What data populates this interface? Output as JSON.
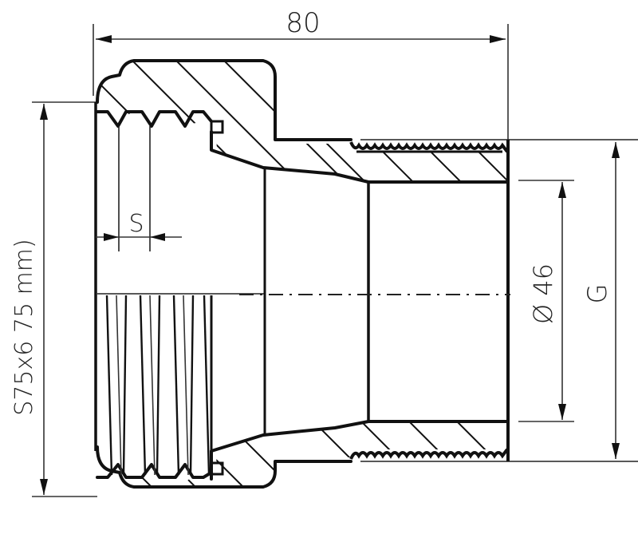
{
  "drawing": {
    "type": "section view",
    "subject": "threaded pipe union fitting",
    "colors": {
      "line": "#111111",
      "background": "#ffffff"
    }
  },
  "dimensions": {
    "overall_length": {
      "label": "80"
    },
    "inner_diameter": {
      "label": "Ø 46"
    },
    "outer_thread": {
      "label": "G"
    },
    "thread_pitch": {
      "label": "S"
    },
    "nut_thread": {
      "label": "S75x6 75 mm)"
    }
  }
}
